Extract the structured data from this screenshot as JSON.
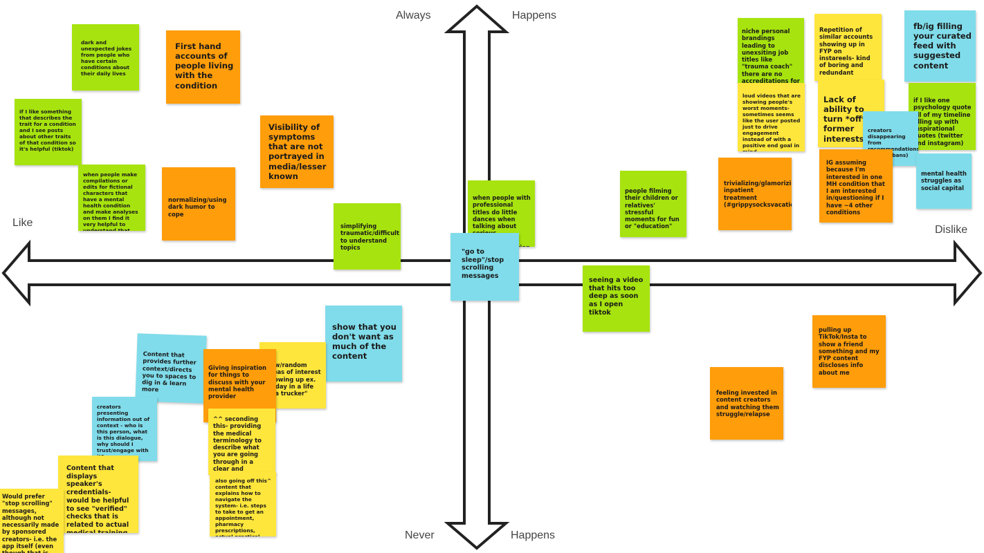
{
  "axes": {
    "top_left": "Always",
    "top_right": "Happens",
    "bottom_left": "Never",
    "bottom_right": "Happens",
    "left": "Like",
    "right": "Dislike"
  },
  "colors": {
    "green": "#a7e30f",
    "orange": "#ff9d0a",
    "yellow": "#ffe63c",
    "blue": "#80dcea"
  },
  "notes": [
    {
      "id": "n01",
      "text": "dark and unexpected jokes from people who have certain conditions about their daily lives"
    },
    {
      "id": "n02",
      "text": "First hand accounts of people living with the condition"
    },
    {
      "id": "n03",
      "text": "if I like something that describes the trait for a condition and I see posts about other traits of that condition so it's helpful (tiktok)"
    },
    {
      "id": "n04",
      "text": "Visibility of symptoms that are not portrayed in media/lesser known"
    },
    {
      "id": "n05",
      "text": "when people make compilations or edits for fictional characters that have a mental health condition and make analyses on them I find it very helpful to understand that condition"
    },
    {
      "id": "n06",
      "text": "normalizing/using dark humor to cope"
    },
    {
      "id": "n07",
      "text": "simplifying traumatic/difficult to understand topics"
    },
    {
      "id": "n08",
      "text": "when people with professional titles do little dances when talking about serious symptoms or about a condition"
    },
    {
      "id": "n09",
      "text": "\"go to sleep\"/stop scrolling messages"
    },
    {
      "id": "n10",
      "text": "people filming their children or relatives' stressful moments for fun or \"education\""
    },
    {
      "id": "n11",
      "text": "niche personal brandings leading to unexsiting job titles like \"trauma coach\" there are no accreditations for something like that"
    },
    {
      "id": "n12",
      "text": "Repetition of similar accounts showing up in FYP on instareels- kind of boring and redundant"
    },
    {
      "id": "n13",
      "text": "fb/ig filling your curated feed with suggested content"
    },
    {
      "id": "n14",
      "text": "loud videos that are showing people's worst moments- sometimes seems like the user posted just to drive engagement instead of with a positive end goal in mind"
    },
    {
      "id": "n15",
      "text": "Lack of ability to turn *off* former interests"
    },
    {
      "id": "n16",
      "text": "if I like one psychology quote all of my timeline filling up with inspirational quotes (twitter and instagram)"
    },
    {
      "id": "n17",
      "text": "creators disappearing from recommendations (shadowbans)"
    },
    {
      "id": "n18",
      "text": "trivializing/glamorizing inpatient treatment (#grippysocksvacation)"
    },
    {
      "id": "n19",
      "text": "IG assuming because I'm interested in one MH condition that I am interested in/questioning if I have ~4 other conditions"
    },
    {
      "id": "n20",
      "text": "mental health struggles as social capital"
    },
    {
      "id": "n21",
      "text": "seeing a video that hits too deep as soon as I open tiktok"
    },
    {
      "id": "n22",
      "text": "show that you don't want as much of the content"
    },
    {
      "id": "n23",
      "text": "new/random areas of interest showing up ex. \"a day in a life of a trucker\""
    },
    {
      "id": "n24",
      "text": "Content that provides further context/directs you to spaces to dig in & learn more"
    },
    {
      "id": "n25",
      "text": "Giving inspiration for things to discuss with your mental health provider"
    },
    {
      "id": "n26",
      "text": "creators presenting information out of context - who is this person, what is this dialogue, why should I trust/engage with it?"
    },
    {
      "id": "n27",
      "text": "^^ seconding this- providing the medical terminology to describe what you are going through in a clear and coherent manner"
    },
    {
      "id": "n28",
      "text": "pulling up TikTok/Insta to show a friend something and my FYP content discloses info about me"
    },
    {
      "id": "n29",
      "text": "feeling invested in content creators and watching them struggle/relapse"
    },
    {
      "id": "n30",
      "text": "Content that displays speaker's credentials- would be helpful to see \"verified\" checks that is related to actual medical training"
    },
    {
      "id": "n31",
      "text": "also going off this^ content that explains how to navigate the system- i.e. steps to take to get an appointment, pharmacy prescriptions, actual practical useful info"
    },
    {
      "id": "n32",
      "text": "Would prefer \"stop scrolling\" messages, although not necessarily made by sponsored creators- i.e. the app itself (even though that is probably not marketable)"
    }
  ]
}
